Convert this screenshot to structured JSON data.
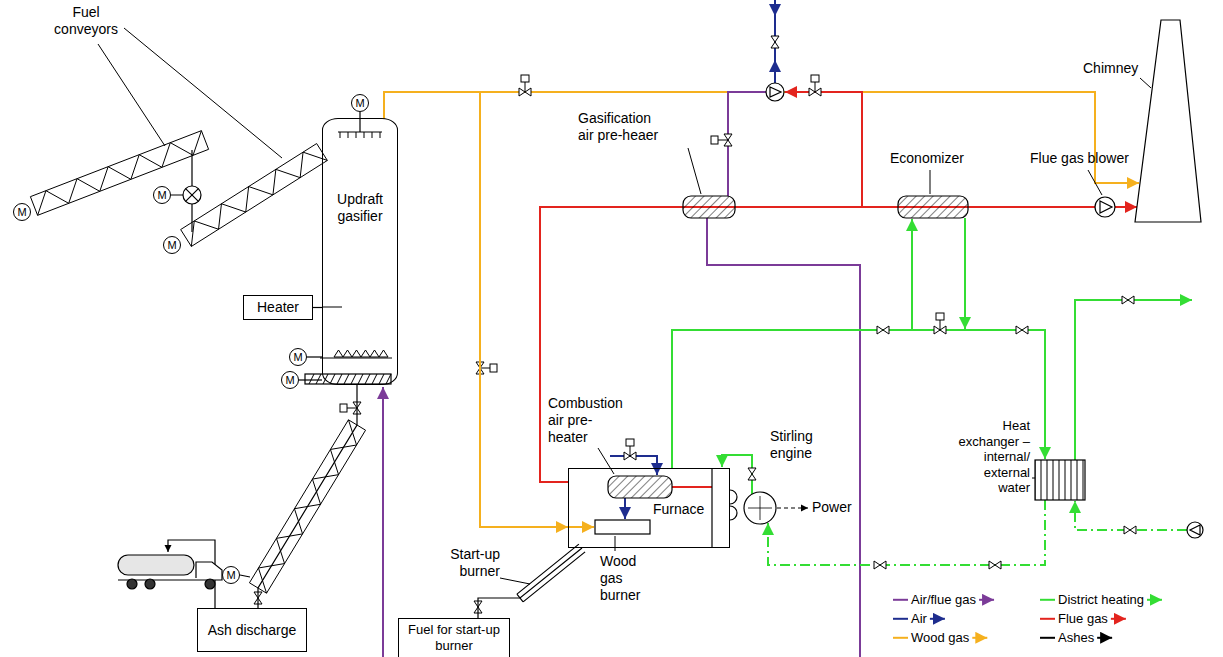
{
  "diagram": {
    "nodes": [
      {
        "text": [
          "M"
        ]
      },
      {
        "text": [
          "M"
        ]
      },
      {
        "text": [
          "M"
        ]
      },
      {
        "text": [
          "M"
        ]
      },
      {
        "text": [
          "Updraft gasifier"
        ]
      },
      {
        "text": [
          "Heater"
        ]
      },
      {
        "text": [
          "M"
        ]
      },
      {
        "text": [
          "M"
        ]
      },
      {
        "text": [
          "Furnace"
        ]
      },
      {
        "text": [
          "M"
        ]
      },
      {
        "text": [
          "Ash discharge"
        ]
      },
      {
        "text": [
          "Fuel for start-up burner"
        ]
      }
    ],
    "edges": [
      {
        "from": 4,
        "to": 8,
        "arrow": "to"
      },
      {
        "from": 3,
        "to": 4,
        "arrow": "none"
      },
      {
        "from": 5,
        "to": 4,
        "arrow": "none"
      },
      {
        "from": 6,
        "to": 4,
        "arrow": "none"
      },
      {
        "from": 7,
        "to": 4,
        "arrow": "none"
      },
      {
        "from": 4,
        "to": 10,
        "arrow": "none"
      },
      {
        "from": 11,
        "to": 8,
        "arrow": "none"
      }
    ],
    "labels": [
      "Fuel conveyors",
      "Chimney",
      "Gasification air pre-heaer",
      "Economizer",
      "Flue gas blower",
      "Combustion air pre-heater",
      "Stirling engine",
      "Heat exchanger – internal/ external water",
      "Power",
      "Start-up burner",
      "Wood gas burner"
    ],
    "legend": [
      {
        "text": "Air/flue gas"
      },
      {
        "text": "District heating"
      },
      {
        "text": "Air"
      },
      {
        "text": "Flue gas"
      },
      {
        "text": "Wood gas"
      },
      {
        "text": "Ashes"
      }
    ]
  }
}
